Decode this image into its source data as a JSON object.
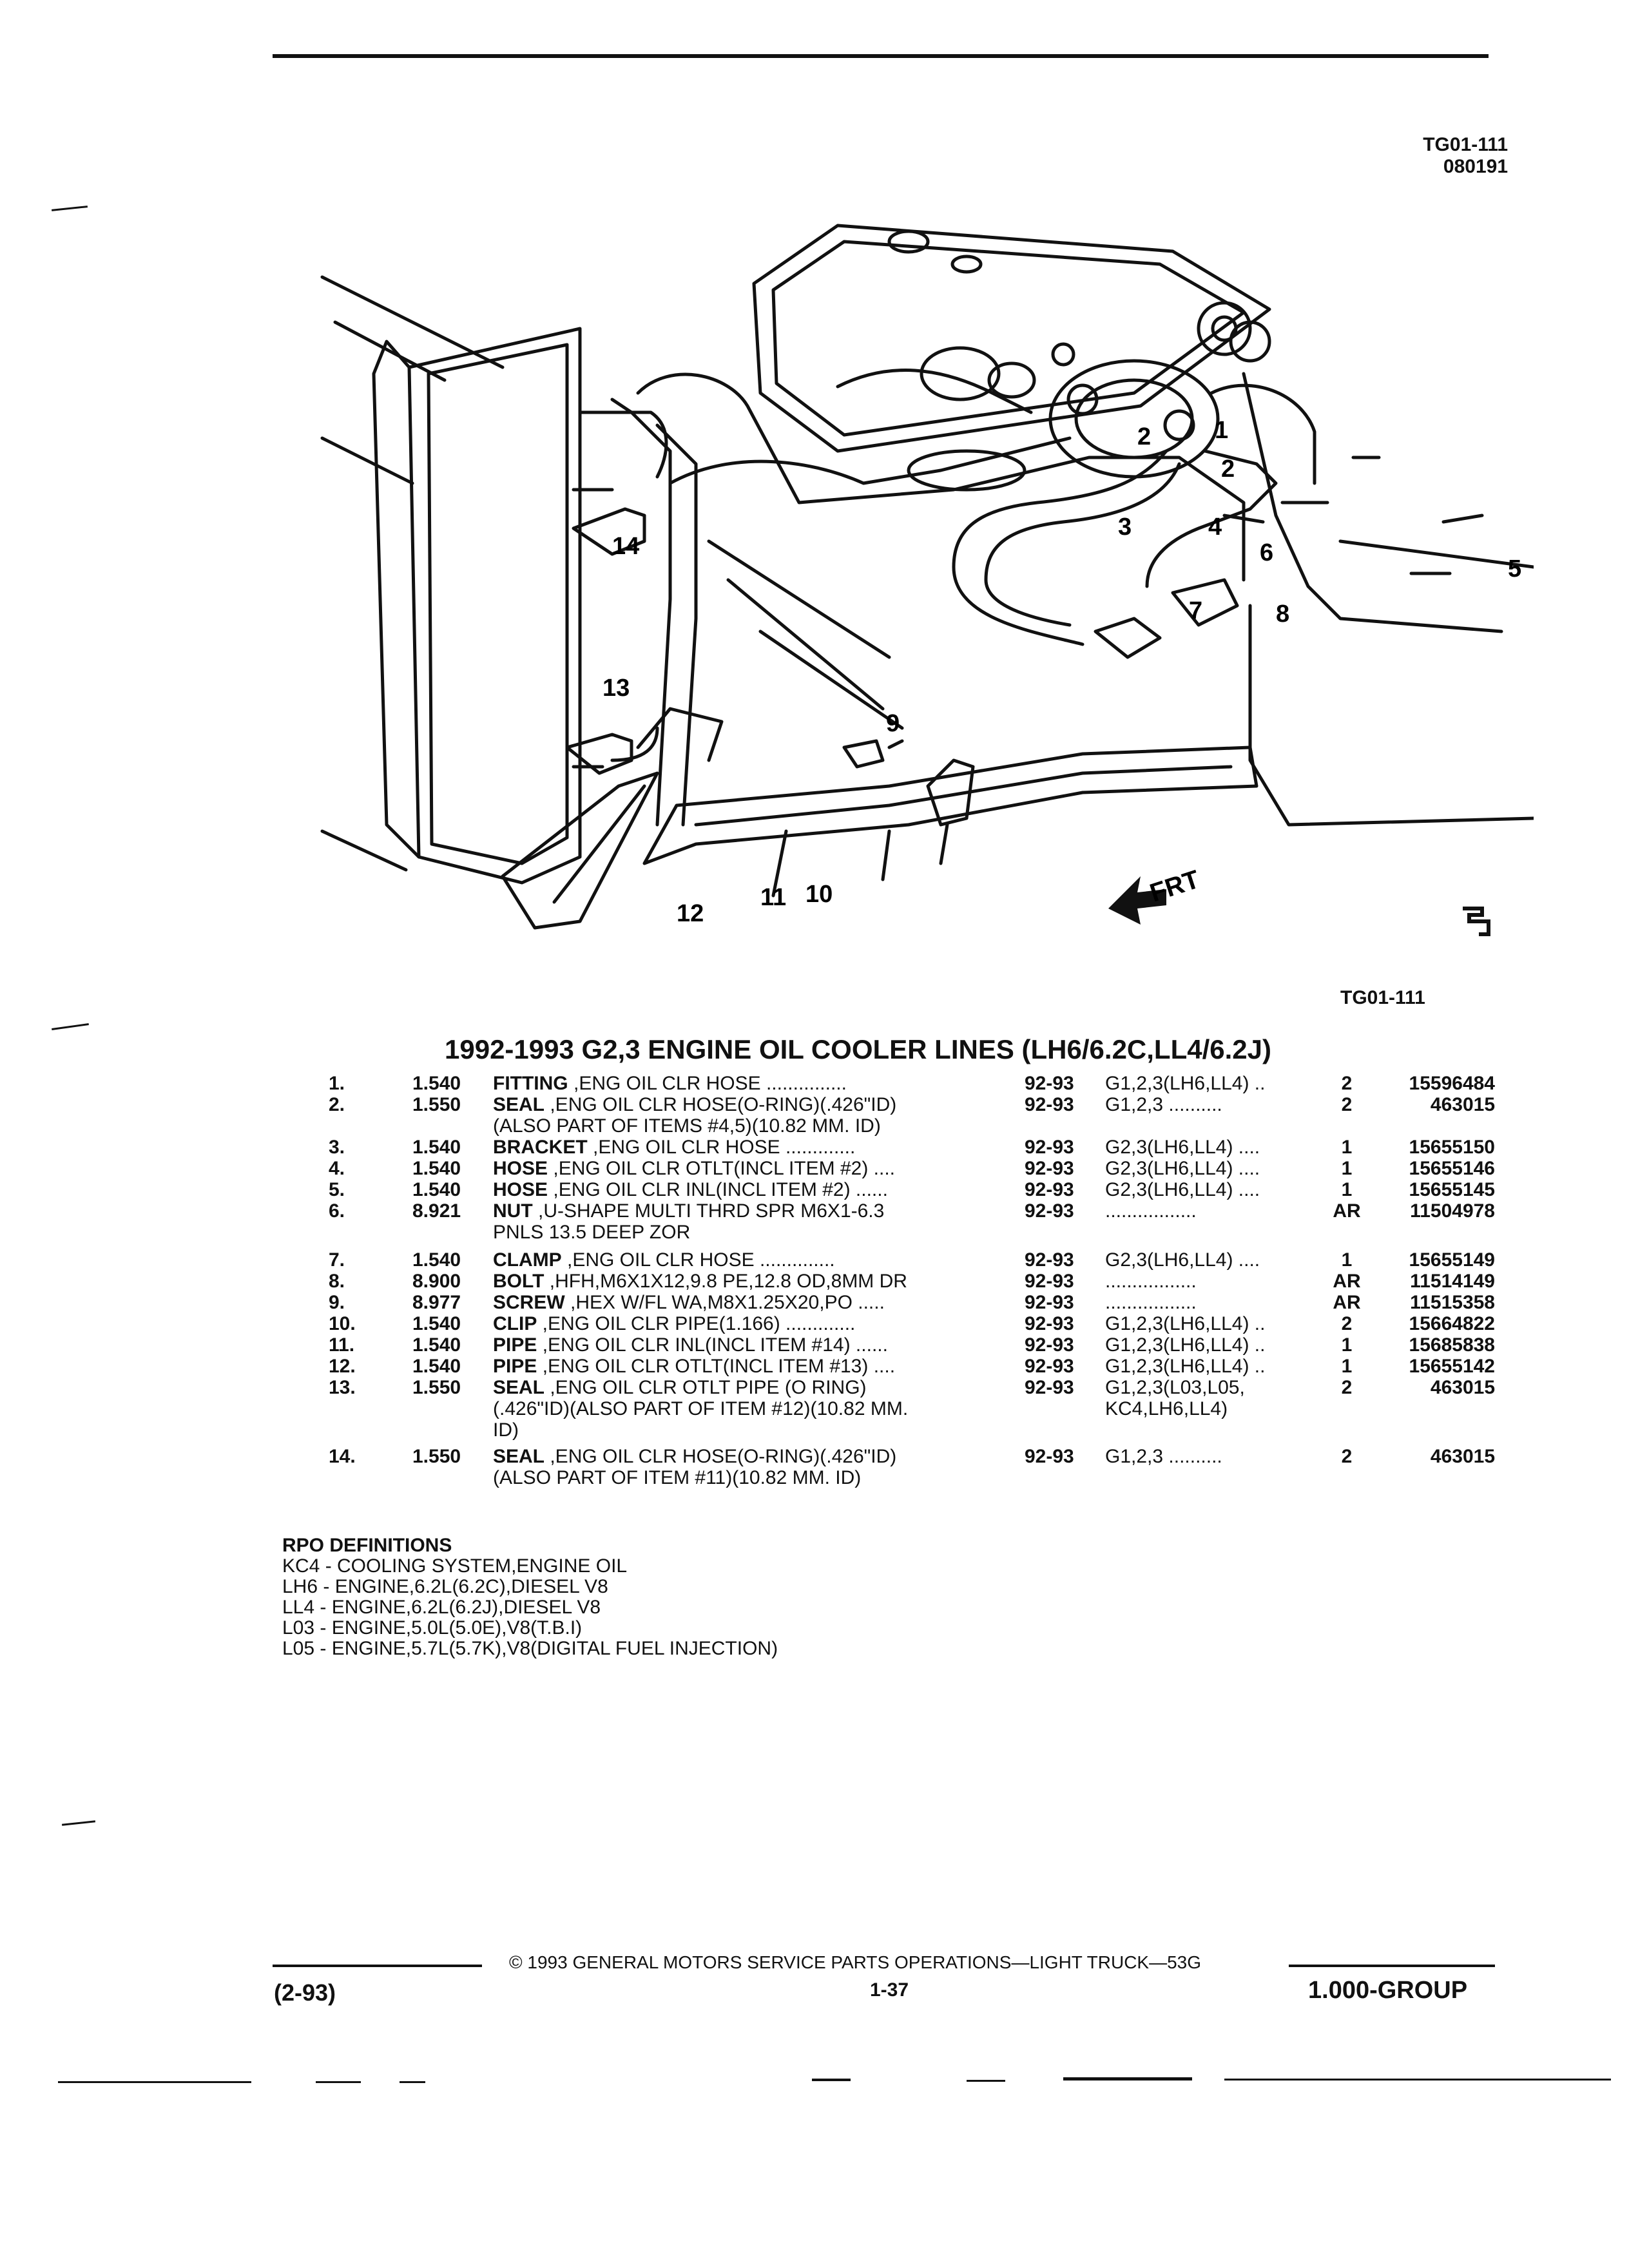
{
  "header": {
    "illustration_code": "TG01-111",
    "illustration_date": "080191"
  },
  "illustration": {
    "callouts": [
      "1",
      "2",
      "2",
      "3",
      "4",
      "5",
      "6",
      "7",
      "8",
      "9",
      "10",
      "11",
      "12",
      "13",
      "14"
    ],
    "direction_label": "FRT",
    "code_below": "TG01-111"
  },
  "title": "1992-1993 G2,3 ENGINE OIL COOLER LINES (LH6/6.2C,LL4/6.2J)",
  "parts": [
    {
      "no": "1.",
      "section": "1.540",
      "name": "FITTING",
      "desc": " ,ENG OIL CLR HOSE ...............",
      "years": "92-93",
      "models": "G1,2,3(LH6,LL4) ..",
      "qty": "2",
      "part": "15596484"
    },
    {
      "no": "2.",
      "section": "1.550",
      "name": "SEAL",
      "desc": " ,ENG OIL CLR HOSE(O-RING)(.426\"ID)",
      "years": "92-93",
      "models": "G1,2,3 ..........",
      "qty": "2",
      "part": "463015"
    },
    {
      "no": "3.",
      "section": "1.540",
      "name": "BRACKET",
      "desc": " ,ENG OIL CLR HOSE .............",
      "years": "92-93",
      "models": "G2,3(LH6,LL4) ....",
      "qty": "1",
      "part": "15655150"
    },
    {
      "no": "4.",
      "section": "1.540",
      "name": "HOSE",
      "desc": " ,ENG OIL CLR OTLT(INCL ITEM #2) ....",
      "years": "92-93",
      "models": "G2,3(LH6,LL4) ....",
      "qty": "1",
      "part": "15655146"
    },
    {
      "no": "5.",
      "section": "1.540",
      "name": "HOSE",
      "desc": " ,ENG OIL CLR INL(INCL ITEM #2) ......",
      "years": "92-93",
      "models": "G2,3(LH6,LL4) ....",
      "qty": "1",
      "part": "15655145"
    },
    {
      "no": "6.",
      "section": "8.921",
      "name": "NUT",
      "desc": " ,U-SHAPE MULTI THRD SPR M6X1-6.3",
      "years": "92-93",
      "models": ".................",
      "qty": "AR",
      "part": "11504978"
    },
    {
      "no": "7.",
      "section": "1.540",
      "name": "CLAMP",
      "desc": " ,ENG OIL CLR HOSE ..............",
      "years": "92-93",
      "models": "G2,3(LH6,LL4) ....",
      "qty": "1",
      "part": "15655149"
    },
    {
      "no": "8.",
      "section": "8.900",
      "name": "BOLT",
      "desc": " ,HFH,M6X1X12,9.8 PE,12.8 OD,8MM DR",
      "years": "92-93",
      "models": ".................",
      "qty": "AR",
      "part": "11514149"
    },
    {
      "no": "9.",
      "section": "8.977",
      "name": "SCREW",
      "desc": " ,HEX W/FL WA,M8X1.25X20,PO .....",
      "years": "92-93",
      "models": ".................",
      "qty": "AR",
      "part": "11515358"
    },
    {
      "no": "10.",
      "section": "1.540",
      "name": "CLIP",
      "desc": " ,ENG OIL CLR PIPE(1.166) .............",
      "years": "92-93",
      "models": "G1,2,3(LH6,LL4) ..",
      "qty": "2",
      "part": "15664822"
    },
    {
      "no": "11.",
      "section": "1.540",
      "name": "PIPE",
      "desc": " ,ENG OIL CLR INL(INCL ITEM #14) ......",
      "years": "92-93",
      "models": "G1,2,3(LH6,LL4) ..",
      "qty": "1",
      "part": "15685838"
    },
    {
      "no": "12.",
      "section": "1.540",
      "name": "PIPE",
      "desc": " ,ENG OIL CLR OTLT(INCL ITEM #13) ....",
      "years": "92-93",
      "models": "G1,2,3(LH6,LL4) ..",
      "qty": "1",
      "part": "15655142"
    },
    {
      "no": "13.",
      "section": "1.550",
      "name": "SEAL",
      "desc": " ,ENG OIL CLR OTLT PIPE (O RING)",
      "years": "92-93",
      "models": "G1,2,3(L03,L05,",
      "qty": "2",
      "part": "463015"
    },
    {
      "no": "14.",
      "section": "1.550",
      "name": "SEAL",
      "desc": " ,ENG OIL CLR HOSE(O-RING)(.426\"ID)",
      "years": "92-93",
      "models": "G1,2,3 ..........",
      "qty": "2",
      "part": "463015"
    }
  ],
  "continuations": {
    "p2": "(ALSO PART OF ITEMS #4,5)(10.82 MM. ID)",
    "p6": "PNLS 13.5 DEEP ZOR",
    "p13a": "(.426\"ID)(ALSO PART OF ITEM #12)(10.82 MM.",
    "p13b": "ID)",
    "p13m": "KC4,LH6,LL4)",
    "p14": "(ALSO PART OF ITEM #11)(10.82 MM. ID)"
  },
  "rpo": {
    "heading": "RPO DEFINITIONS",
    "items": [
      "KC4 - COOLING SYSTEM,ENGINE OIL",
      "LH6 - ENGINE,6.2L(6.2C),DIESEL V8",
      "LL4 - ENGINE,6.2L(6.2J),DIESEL V8",
      "L03 - ENGINE,5.0L(5.0E),V8(T.B.I)",
      "L05 - ENGINE,5.7L(5.7K),V8(DIGITAL FUEL INJECTION)"
    ]
  },
  "footer": {
    "copyright": "© 1993 GENERAL MOTORS SERVICE PARTS OPERATIONS—LIGHT TRUCK—53G",
    "date": "(2-93)",
    "page": "1-37",
    "group": "1.000-GROUP"
  }
}
